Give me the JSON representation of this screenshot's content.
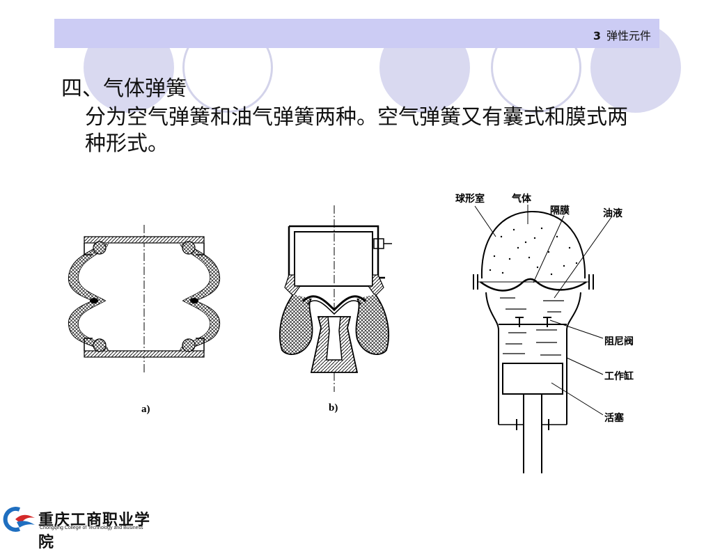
{
  "header": {
    "section_number": "3",
    "section_title": "弹性元件"
  },
  "heading": "四、气体弹簧",
  "body_text": "分为空气弹簧和油气弹簧两种。空气弹簧又有囊式和膜式两种形式。",
  "figures": {
    "a_caption": "a)",
    "b_caption": "b)",
    "c_labels": {
      "sphere_chamber": "球形室",
      "gas": "气体",
      "diaphragm": "隔膜",
      "oil": "油液",
      "damping_valve": "阻尼阀",
      "cylinder": "工作缸",
      "piston": "活塞"
    }
  },
  "logo": {
    "name_cn": "重庆工商职业学院",
    "name_en": "Chongqing College of Technology and Business"
  },
  "colors": {
    "header_band": "#ccccf4",
    "circle_fill": "#d9d9f0",
    "logo_blue": "#1f6fc0",
    "logo_red": "#d42a2a"
  }
}
